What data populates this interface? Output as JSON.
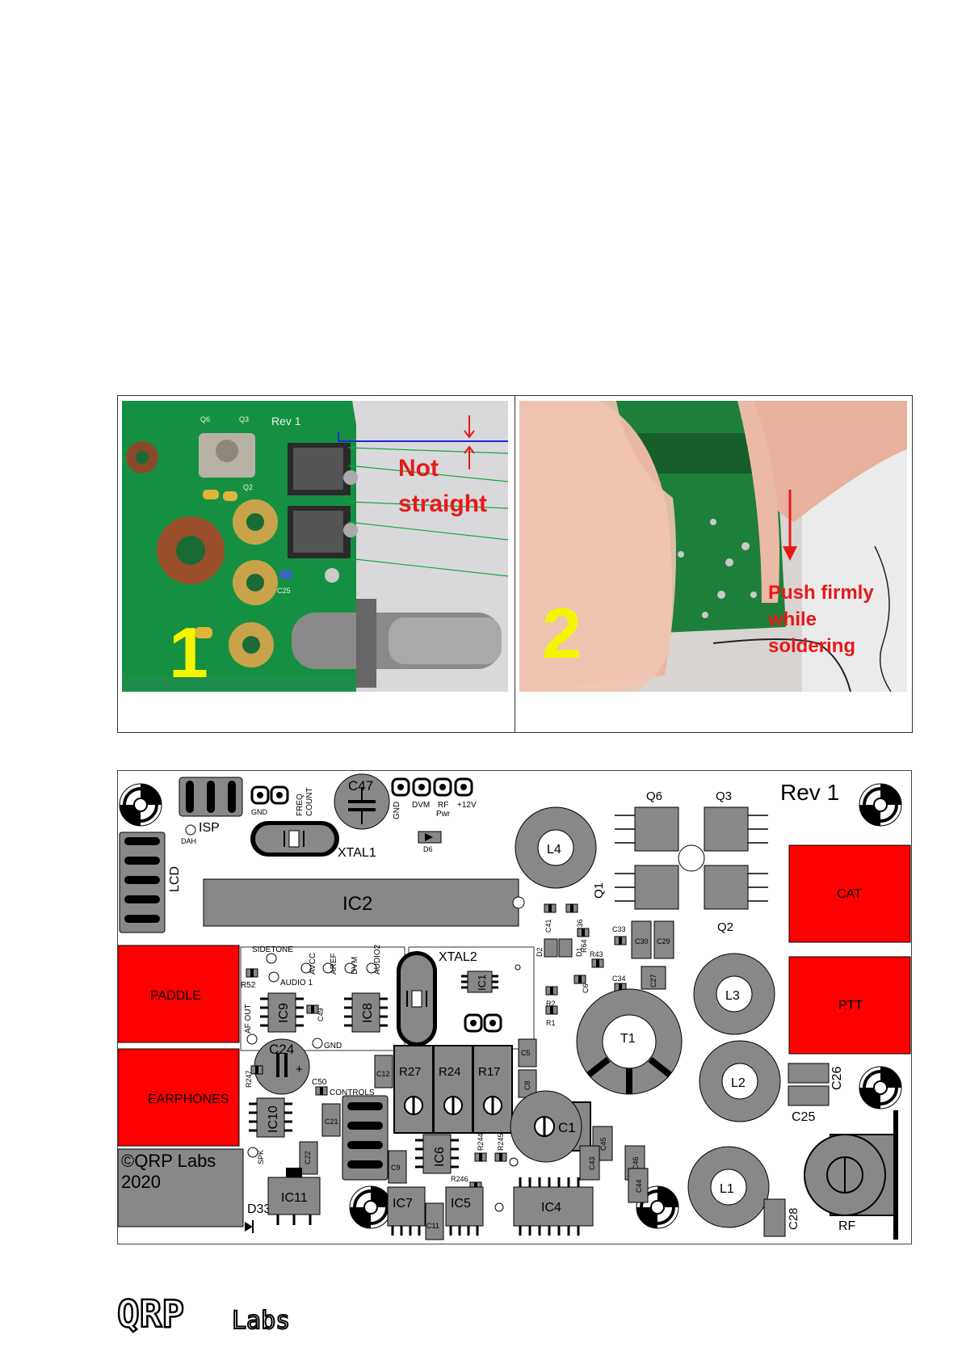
{
  "photo1": {
    "number": "1",
    "callout_line1": "Not",
    "callout_line2": "straight",
    "board_labels": {
      "rev": "Rev 1",
      "q6": "Q6",
      "q3": "Q3",
      "q2": "Q2",
      "c25": "C25"
    }
  },
  "photo2": {
    "number": "2",
    "callout_line1": "Push firmly",
    "callout_line2": "while",
    "callout_line3": "soldering"
  },
  "pcb": {
    "rev": "Rev 1",
    "isp": "ISP",
    "dah": "DAH",
    "lcd": "LCD",
    "gnd": "GND",
    "freq_count": [
      "FREQ",
      "COUNT"
    ],
    "c47": "C47",
    "header_labels": [
      "GND",
      "DVM",
      "RF",
      "+12V"
    ],
    "pwr": "Pwr",
    "xtal1": "XTAL1",
    "d6": "D6",
    "ic2": "IC2",
    "l4": "L4",
    "q6": "Q6",
    "q3": "Q3",
    "q1": "Q1",
    "q2": "Q2",
    "cat": "CAT",
    "ptt": "PTT",
    "paddle": "PADDLE",
    "earphones": "EARPHONES",
    "copyright_line1": "©QRP Labs",
    "copyright_line2": "2020",
    "sidetone": "SIDETONE",
    "r52": "R52",
    "audio1": "AUDIO 1",
    "avcc": "AVCC",
    "aref": "AREF",
    "dvm": "DVM",
    "audio2": "AUDIO2",
    "af_out": "AF OUT",
    "ic9": "IC9",
    "c49": "C49",
    "ic8": "IC8",
    "gnd2": "GND",
    "c24": "C24",
    "r247": "R247",
    "c50": "C50",
    "controls": "CONTROLS",
    "ic10": "IC10",
    "spk": "SPK",
    "c21": "C21",
    "c22": "C22",
    "xtal2": "XTAL2",
    "ic1": "IC1",
    "c12": "C12",
    "r27": "R27",
    "r24": "R24",
    "r17": "R17",
    "c5": "C5",
    "c8": "C8",
    "c9": "C9",
    "ic6": "IC6",
    "r244": "R244",
    "r245": "R245",
    "r246": "R246",
    "c1": "C1",
    "c45": "C45",
    "c43": "C43",
    "c46": "C46",
    "c44": "C44",
    "c41": "C41",
    "r36": "R36",
    "r64": "R64",
    "c33": "C33",
    "c30": "C30",
    "c29": "C29",
    "d1": "D1",
    "d2": "D2",
    "r43": "R43",
    "c34": "C34",
    "c27": "C27",
    "c6": "C6",
    "r2": "R2",
    "r1": "R1",
    "t1": "T1",
    "l3": "L3",
    "l2": "L2",
    "l1": "L1",
    "c26": "C26",
    "c25": "C25",
    "c28": "C28",
    "rf": "RF",
    "d33": "D33",
    "ic11": "IC11",
    "ic7": "IC7",
    "c11": "C11",
    "ic5": "IC5",
    "ic4": "IC4",
    "colors": {
      "pad_red": "#ff0000",
      "part_grey": "#808080",
      "board_outline": "#333333"
    }
  },
  "footer": {
    "logo_q": "QRP",
    "logo_l": "Labs"
  }
}
